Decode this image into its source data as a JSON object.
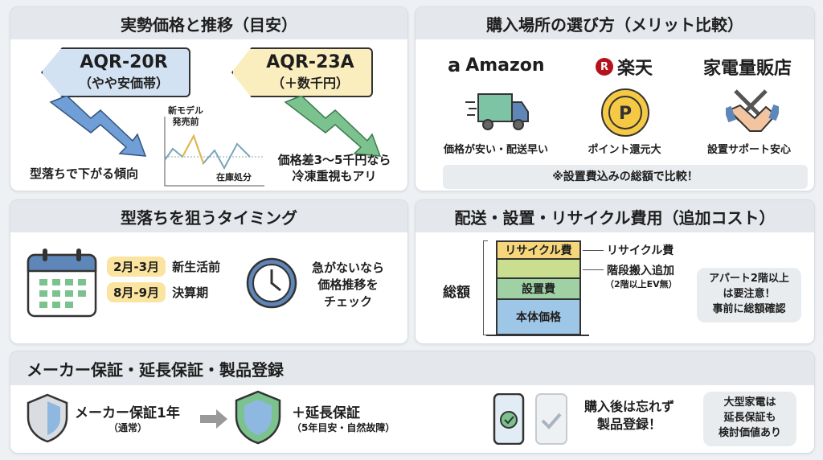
{
  "price": {
    "title": "実勢価格と推移（目安）",
    "tag1_model": "AQR-20R",
    "tag1_note": "（やや安価帯）",
    "tag2_model": "AQR-23A",
    "tag2_note": "（＋数千円）",
    "trend_left": "型落ちで下がる傾向",
    "graph_peak": "新モデル\n発売前",
    "graph_low": "在庫処分",
    "right_note": "価格差3〜5千円なら\n冷凍重視もアリ",
    "colors": {
      "tag1": "#d3e2f2",
      "tag2": "#fbeebe",
      "arrow1": "#6f9fd6",
      "arrow2": "#7cc28f"
    }
  },
  "shops": {
    "title": "購入場所の選び方（メリット比較）",
    "items": [
      {
        "name": "Amazon",
        "merit": "価格が安い・配送早い",
        "icon": "truck-icon"
      },
      {
        "name": "楽天",
        "merit": "ポイント還元大",
        "icon": "point-coin-icon"
      },
      {
        "name": "家電量販店",
        "merit": "設置サポート安心",
        "icon": "handshake-tools-icon"
      }
    ],
    "note": "※設置費込みの総額で比較！"
  },
  "timing": {
    "title": "型落ちを狙うタイミング",
    "periods": [
      {
        "months": "2月-3月",
        "label": "新生活前"
      },
      {
        "months": "8月-9月",
        "label": "決算期"
      }
    ],
    "clock_note": "急がないなら\n価格推移を\nチェック"
  },
  "cost": {
    "title": "配送・設置・リサイクル費用（追加コスト）",
    "total_label": "総額",
    "segments": [
      "リサイクル費",
      "",
      "設置費",
      "本体価格"
    ],
    "callout1": "リサイクル費",
    "callout2": "階段搬入追加",
    "callout2_sub": "（2階以上EV無）",
    "bubble": "アパート2階以上\nは要注意！\n事前に総額確認"
  },
  "warranty": {
    "title": "メーカー保証・延長保証・製品登録",
    "maker": "メーカー保証1年",
    "maker_sub": "（通常）",
    "extended": "＋延長保証",
    "extended_sub": "（5年目安・自然故障）",
    "register": "購入後は忘れず\n製品登録！",
    "bubble": "大型家電は\n延長保証も\n検討価値あり"
  }
}
